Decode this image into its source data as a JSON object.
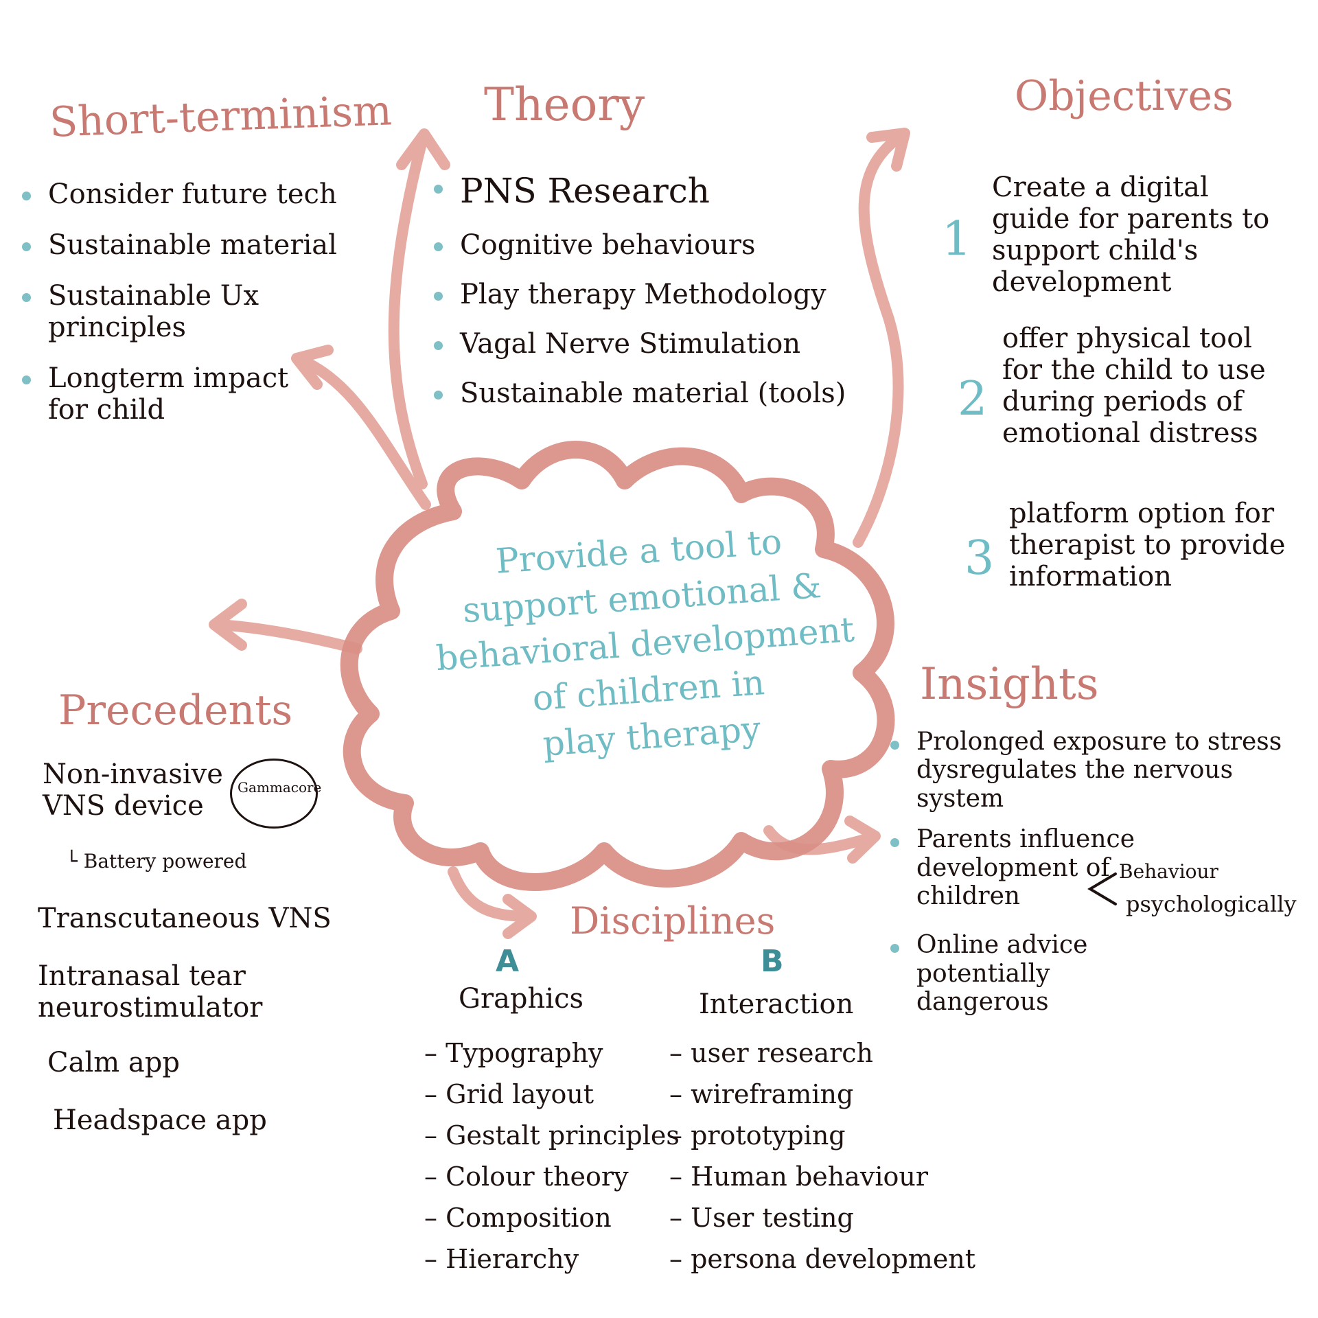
{
  "center": {
    "lines": [
      "Provide a tool to",
      "support emotional &",
      "behavioral development",
      "of children in",
      "play therapy"
    ]
  },
  "short_terminism": {
    "heading": "Short-terminism",
    "items": [
      "Consider future tech",
      "Sustainable material",
      "Sustainable Ux principles",
      "Longterm impact for child"
    ]
  },
  "theory": {
    "heading": "Theory",
    "items": [
      "PNS Research",
      "Cognitive behaviours",
      "Play therapy Methodology",
      "Vagal Nerve Stimulation",
      "Sustainable material (tools)"
    ]
  },
  "objectives": {
    "heading": "Objectives",
    "items": [
      {
        "number": "1",
        "text": "Create a digital guide for parents to support child's development"
      },
      {
        "number": "2",
        "text": "offer physical tool for the child to use during periods of emotional distress"
      },
      {
        "number": "3",
        "text": "platform option for therapist to provide information"
      }
    ]
  },
  "insights": {
    "heading": "Insights",
    "items": [
      "Prolonged exposure to stress dysregulates the nervous system",
      "Parents influence development of children",
      "Online advice potentially dangerous"
    ],
    "branch": [
      "Behaviour",
      "psychologically"
    ]
  },
  "precedents": {
    "heading": "Precedents",
    "item1": "Non-invasive VNS device",
    "note_circle": "Gammacore",
    "note_battery": "Battery powered",
    "items": [
      "Transcutaneous VNS",
      "Intranasal tear neurostimulator",
      "Calm app",
      "Headspace app"
    ]
  },
  "disciplines": {
    "heading": "Disciplines",
    "columns": [
      {
        "letter": "A",
        "title": "Graphics",
        "items": [
          "Typography",
          "Grid layout",
          "Gestalt principles",
          "Colour theory",
          "Composition",
          "Hierarchy"
        ]
      },
      {
        "letter": "B",
        "title": "Interaction",
        "items": [
          "user research",
          "wireframing",
          "prototyping",
          "Human behaviour",
          "User testing",
          "persona development"
        ]
      }
    ]
  },
  "colors": {
    "heading": "#c87a72",
    "accent_teal": "#6fbcc4",
    "arrow": "#e3a39a",
    "cloud": "#d98e86",
    "ink": "#1d1210"
  }
}
